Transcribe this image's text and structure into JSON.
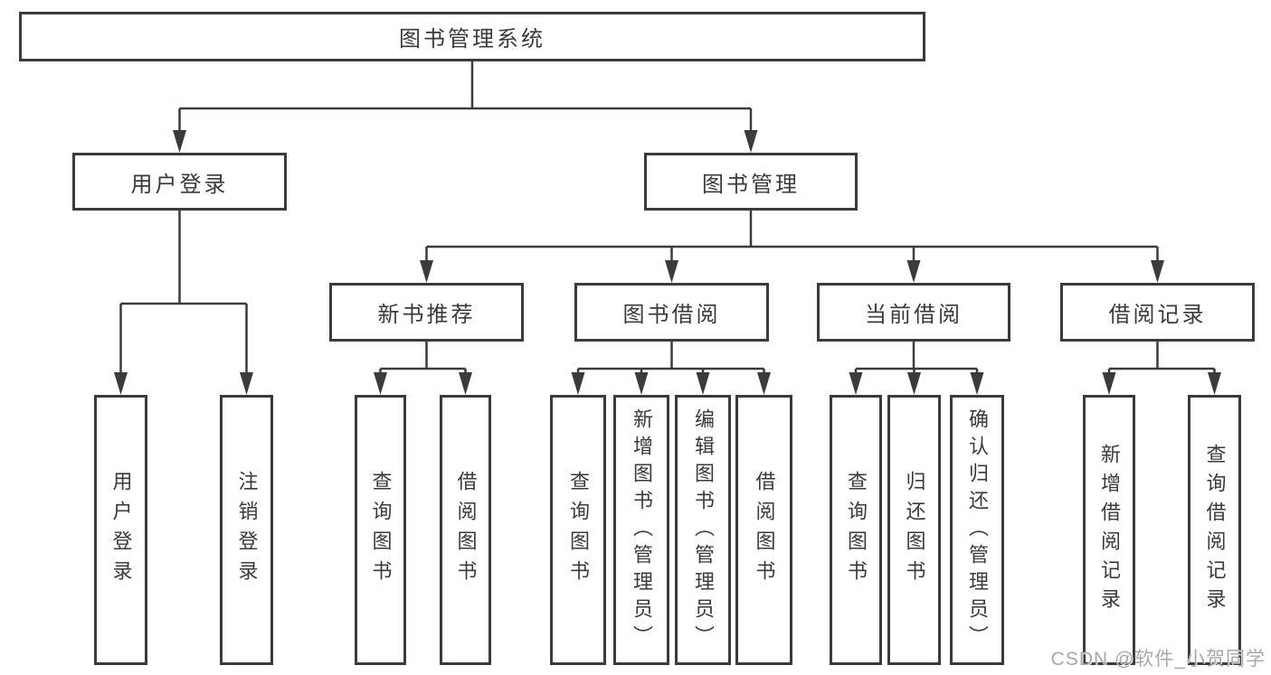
{
  "tree": {
    "label": "图书管理系统",
    "children": [
      {
        "label": "用户登录",
        "children": [
          {
            "label": "用户登录"
          },
          {
            "label": "注销登录"
          }
        ]
      },
      {
        "label": "图书管理",
        "children": [
          {
            "label": "新书推荐",
            "children": [
              {
                "label": "查询图书"
              },
              {
                "label": "借阅图书"
              }
            ]
          },
          {
            "label": "图书借阅",
            "children": [
              {
                "label": "查询图书"
              },
              {
                "label": "新增图书（管理员）"
              },
              {
                "label": "编辑图书（管理员）"
              },
              {
                "label": "借阅图书"
              }
            ]
          },
          {
            "label": "当前借阅",
            "children": [
              {
                "label": "查询图书"
              },
              {
                "label": "归还图书"
              },
              {
                "label": "确认归还（管理员）"
              }
            ]
          },
          {
            "label": "借阅记录",
            "children": [
              {
                "label": "新增借阅记录"
              },
              {
                "label": "查询借阅记录"
              }
            ]
          }
        ]
      }
    ]
  },
  "watermark": {
    "text": "CSDN @软件_小贺同学"
  },
  "colors": {
    "line": "#3b3b3b",
    "box_border": "#3b3b3b",
    "text": "#3a3a3a",
    "watermark": "#a7a8ac",
    "background": "#ffffff"
  }
}
